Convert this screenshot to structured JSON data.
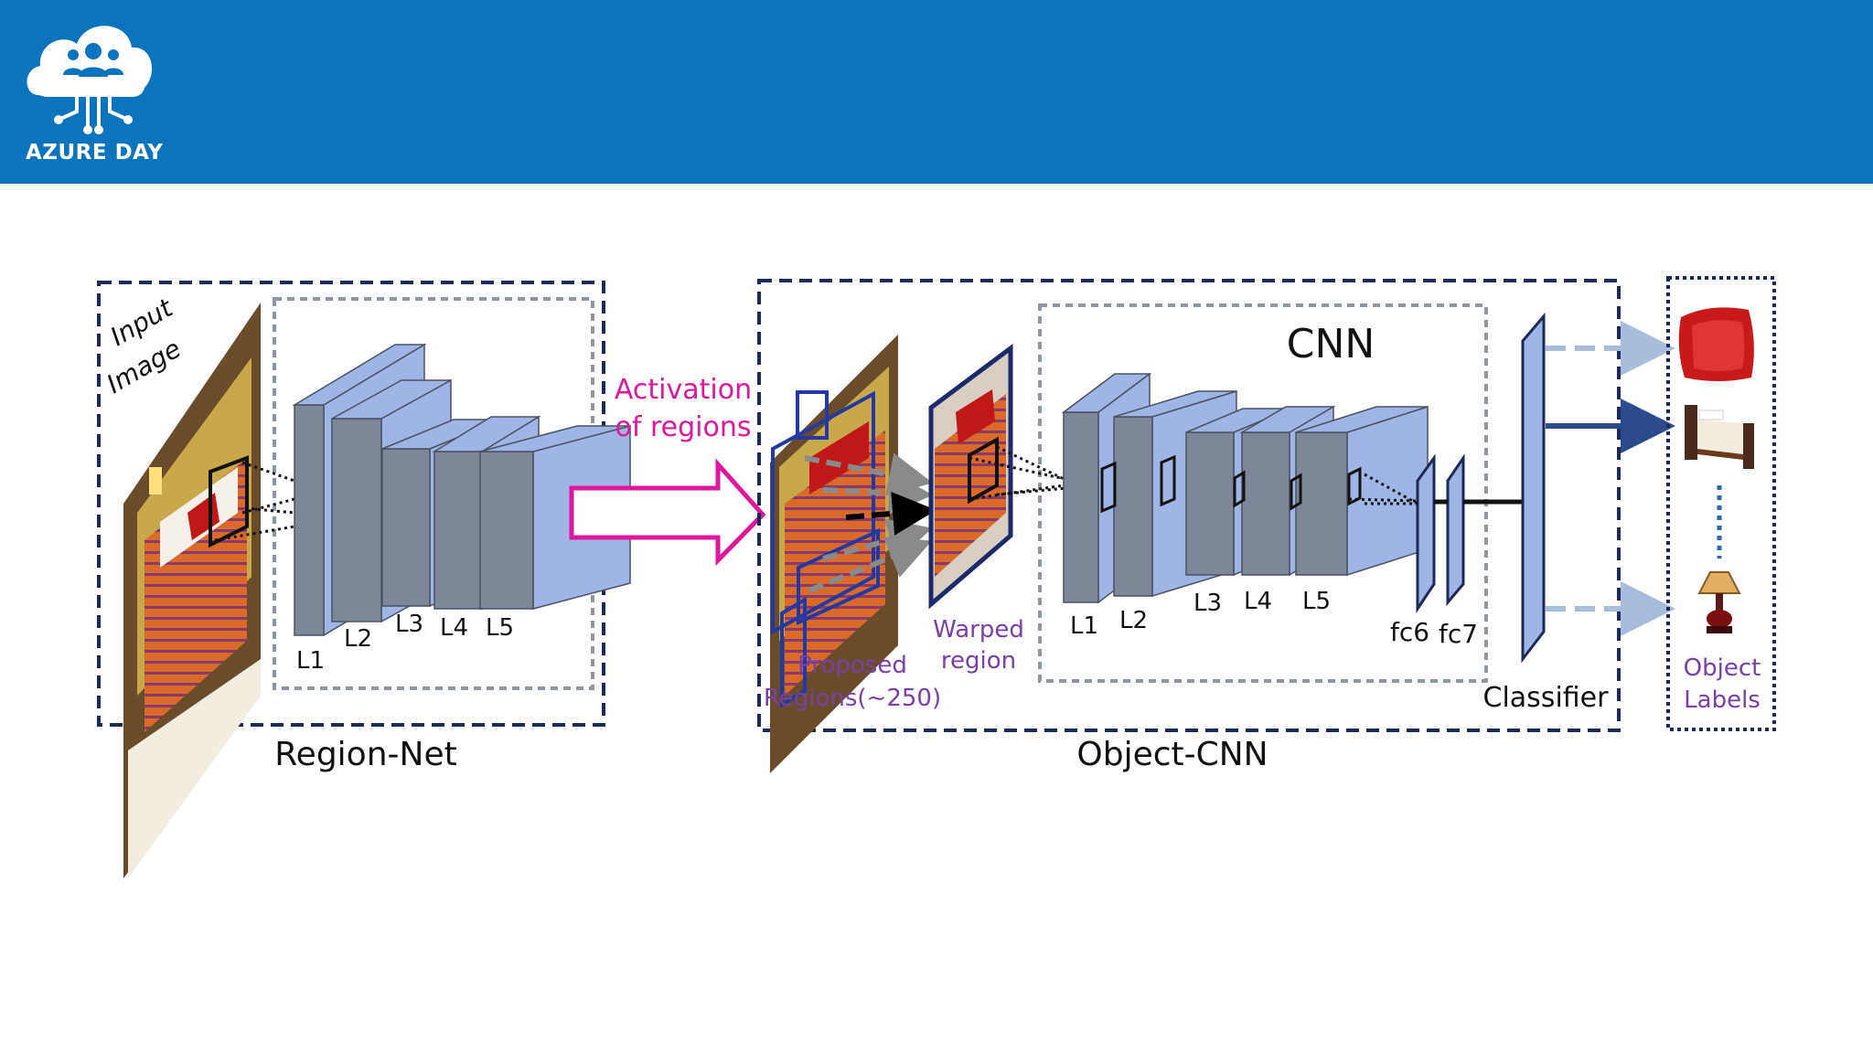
{
  "header": {
    "brand": "AZURE DAY",
    "color": "#0b74bd"
  },
  "icons": {
    "logo": "cloud-people-circuit-icon",
    "pillow": "red-pillow-icon",
    "bed": "bed-icon",
    "lamp": "lamp-icon"
  },
  "colors": {
    "accent_magenta": "#e0179c",
    "label_purple": "#7b3fa8",
    "layer_gray": "#7e8798",
    "layer_blue": "#9fb5e6",
    "dash_navy": "#1d2a57"
  },
  "diagram": {
    "input_image_label_1": "Input",
    "input_image_label_2": "Image",
    "region_net": {
      "title": "Region-Net",
      "layers": [
        "L1",
        "L2",
        "L3",
        "L4",
        "L5"
      ]
    },
    "arrow_label_1": "Activation",
    "arrow_label_2": "of regions",
    "object_cnn": {
      "title": "Object-CNN",
      "cnn_title": "CNN",
      "proposed_1": "Proposed",
      "proposed_2": "Regions(~250)",
      "warped_1": "Warped",
      "warped_2": "region",
      "layers": [
        "L1",
        "L2",
        "L3",
        "L4",
        "L5"
      ],
      "fc": [
        "fc6",
        "fc7"
      ],
      "classifier": "Classifier"
    },
    "object_labels_1": "Object",
    "object_labels_2": "Labels"
  }
}
